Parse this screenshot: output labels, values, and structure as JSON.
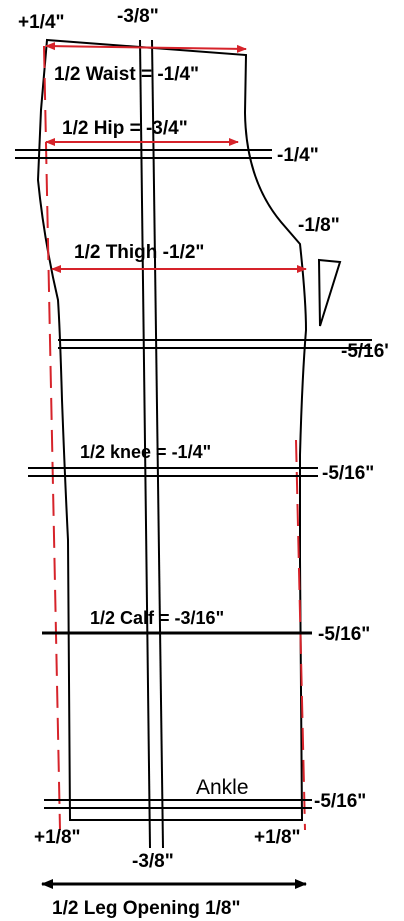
{
  "colors": {
    "line": "#000000",
    "accent": "#d6232a"
  },
  "labels": {
    "top_left": "+1/4\"",
    "top_center": "-3/8\"",
    "waist": "1/2 Waist = -1/4\"",
    "hip": "1/2 Hip = -3/4\"",
    "hip_adj": "-1/4\"",
    "crotch_adj": "-1/8\"",
    "thigh": "1/2 Thigh -1/2\"",
    "thigh_adj": "-5/16'",
    "knee": "1/2 knee = -1/4\"",
    "knee_adj": "-5/16\"",
    "calf": "1/2 Calf = -3/16\"",
    "calf_adj": "-5/16\"",
    "ankle": "Ankle",
    "ankle_adj": "-5/16\"",
    "bottom_left": "+1/8\"",
    "bottom_right": "+1/8\"",
    "bottom_center": "-3/8\"",
    "leg_opening": "1/2 Leg Opening 1/8\""
  }
}
